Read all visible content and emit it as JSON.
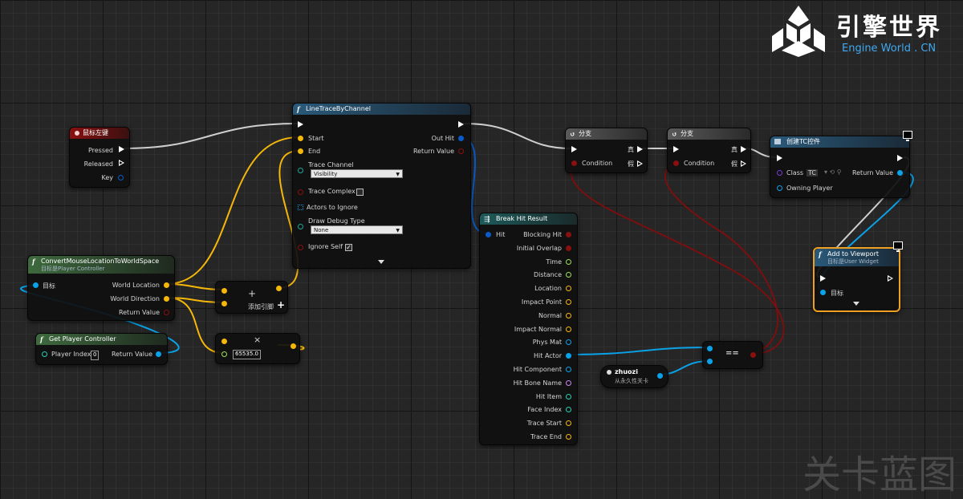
{
  "logo": {
    "cn": "引擎世界",
    "en": "Engine World . CN",
    "icon": "engine-world-logo-icon"
  },
  "watermark": "关卡蓝图",
  "colors": {
    "exec": "#ffffff",
    "object": "#0aa2e8",
    "vector": "#f5b70a",
    "bool": "#8a0f0f",
    "float": "#9ee060",
    "struct": "#0a5bc8",
    "name": "#c888f0",
    "int": "#20d0b0",
    "class": "#7a3cd0",
    "channel": "#1ea89a"
  },
  "nodes": {
    "mouse": {
      "title": "鼠标左键",
      "pressed": "Pressed",
      "released": "Released",
      "key": "Key"
    },
    "trace": {
      "title": "LineTraceByChannel",
      "start": "Start",
      "end": "End",
      "trace_channel": "Trace Channel",
      "channel_value": "Visibility",
      "trace_complex": "Trace Complex",
      "actors_ignore": "Actors to Ignore",
      "draw_debug": "Draw Debug Type",
      "debug_value": "None",
      "ignore_self": "Ignore Self",
      "out_hit": "Out Hit",
      "return_value": "Return Value"
    },
    "convert": {
      "title": "ConvertMouseLocationToWorldSpace",
      "subtitle": "目标是Player Controller",
      "target": "目标",
      "world_location": "World Location",
      "world_direction": "World Direction",
      "return_value": "Return Value"
    },
    "getpc": {
      "title": "Get Player Controller",
      "player_index": "Player Index",
      "index_value": "0",
      "return_value": "Return Value"
    },
    "add": {
      "symbol": "+",
      "add_pin": "添加引脚"
    },
    "mul": {
      "symbol": "×",
      "value": "65535.0"
    },
    "branch1": {
      "title": "分支",
      "true_label": "真",
      "false_label": "假",
      "condition": "Condition"
    },
    "branch2": {
      "title": "分支",
      "true_label": "真",
      "false_label": "假",
      "condition": "Condition"
    },
    "create": {
      "title": "创建TC控件",
      "class": "Class",
      "class_value": "TC",
      "owning_player": "Owning Player",
      "return_value": "Return Value"
    },
    "viewport": {
      "title": "Add to Viewport",
      "subtitle": "目标是User Widget",
      "target": "目标"
    },
    "breakhit": {
      "title": "Break Hit Result",
      "hit": "Hit",
      "outputs": [
        "Blocking Hit",
        "Initial Overlap",
        "Time",
        "Distance",
        "Location",
        "Impact Point",
        "Normal",
        "Impact Normal",
        "Phys Mat",
        "Hit Actor",
        "Hit Component",
        "Hit Bone Name",
        "Hit Item",
        "Face Index",
        "Trace Start",
        "Trace End"
      ]
    },
    "equal": {
      "symbol": "=="
    },
    "zhuozi": {
      "title": "zhuozi",
      "subtitle": "从永久性关卡"
    }
  }
}
